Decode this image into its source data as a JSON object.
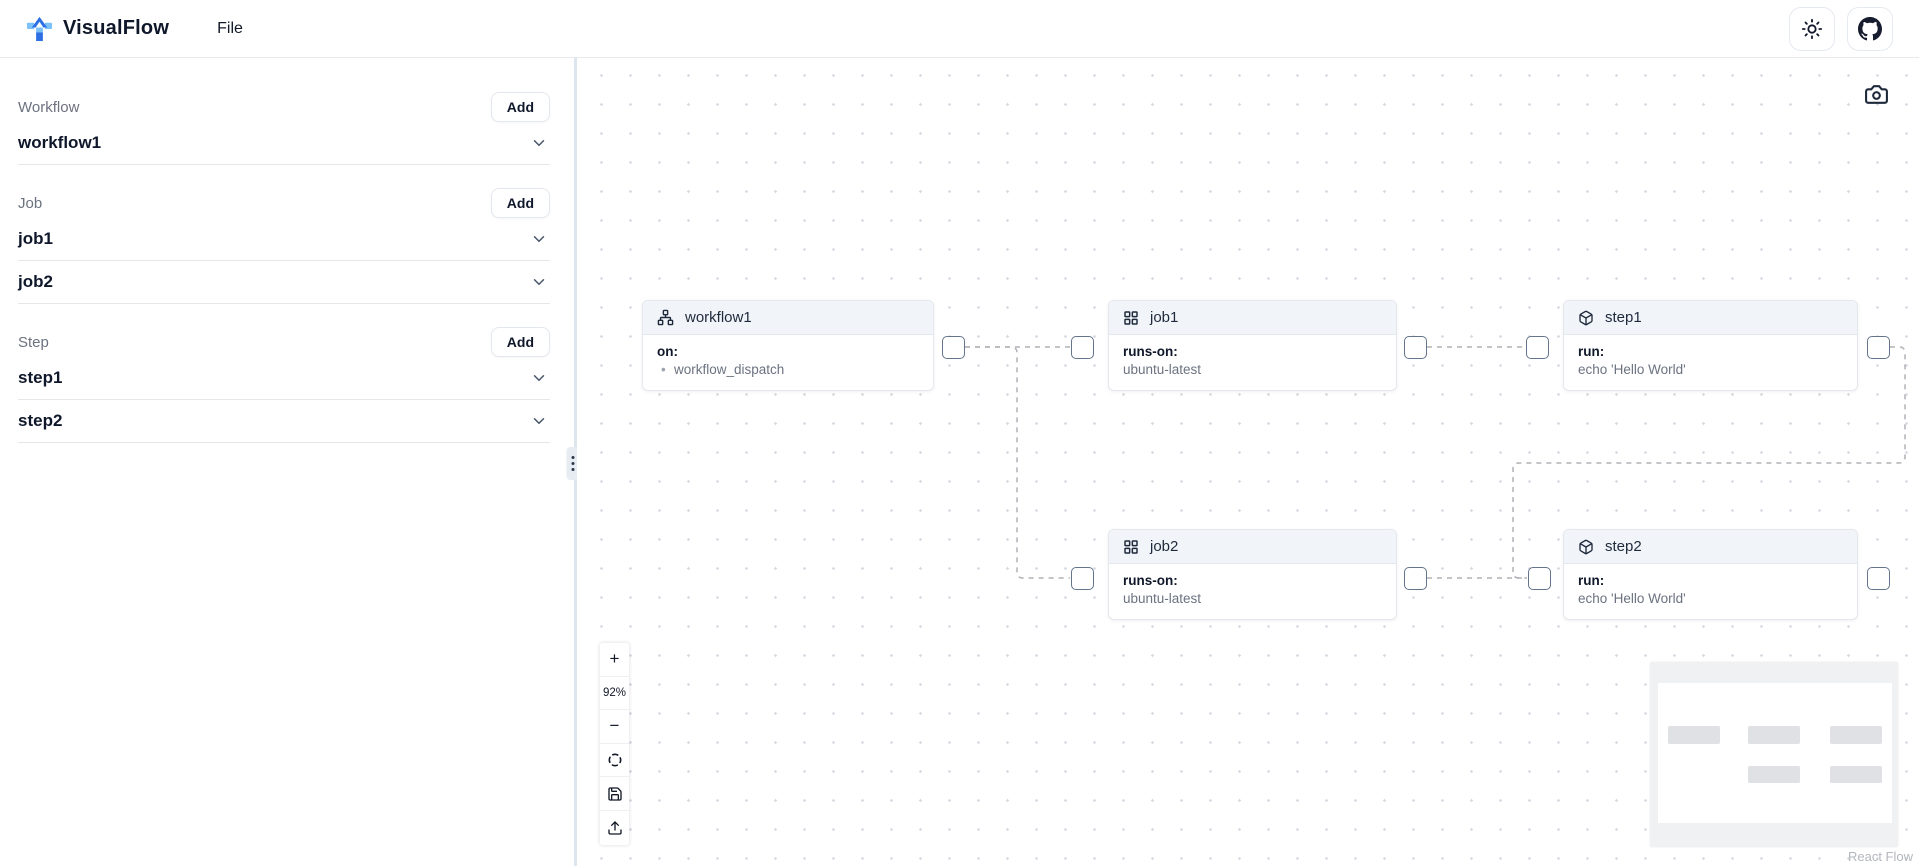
{
  "header": {
    "brand": "VisualFlow",
    "file_menu": "File"
  },
  "sidebar": {
    "sections": [
      {
        "label": "Workflow",
        "add_label": "Add",
        "items": [
          {
            "name": "workflow1"
          }
        ]
      },
      {
        "label": "Job",
        "add_label": "Add",
        "items": [
          {
            "name": "job1"
          },
          {
            "name": "job2"
          }
        ]
      },
      {
        "label": "Step",
        "add_label": "Add",
        "items": [
          {
            "name": "step1"
          },
          {
            "name": "step2"
          }
        ]
      }
    ]
  },
  "canvas": {
    "nodes": [
      {
        "id": "workflow1",
        "icon": "workflow-icon",
        "title": "workflow1",
        "fields": [
          {
            "label": "on:",
            "value": "workflow_dispatch",
            "bulleted": true
          }
        ]
      },
      {
        "id": "job1",
        "icon": "grid-icon",
        "title": "job1",
        "fields": [
          {
            "label": "runs-on:",
            "value": "ubuntu-latest"
          }
        ]
      },
      {
        "id": "step1",
        "icon": "cube-icon",
        "title": "step1",
        "fields": [
          {
            "label": "run:",
            "value": "echo 'Hello World'"
          }
        ]
      },
      {
        "id": "job2",
        "icon": "grid-icon",
        "title": "job2",
        "fields": [
          {
            "label": "runs-on:",
            "value": "ubuntu-latest"
          }
        ]
      },
      {
        "id": "step2",
        "icon": "cube-icon",
        "title": "step2",
        "fields": [
          {
            "label": "run:",
            "value": "echo 'Hello World'"
          }
        ]
      }
    ],
    "edges": [
      {
        "from": "workflow1",
        "to": "job1"
      },
      {
        "from": "workflow1",
        "to": "job2"
      },
      {
        "from": "job1",
        "to": "step1"
      },
      {
        "from": "job2",
        "to": "step2"
      },
      {
        "from": "step1",
        "to": "step2"
      }
    ],
    "controls": {
      "zoom_in": "+",
      "zoom_level": "92%",
      "zoom_out": "−"
    },
    "attribution": "React Flow"
  },
  "colors": {
    "brand_blue": "#2f6fe4",
    "brand_blue_light": "#7cc2f9",
    "node_header_bg": "#f1f5f9",
    "edge_gray": "#b1b1b7",
    "handle_border": "#64748b"
  }
}
